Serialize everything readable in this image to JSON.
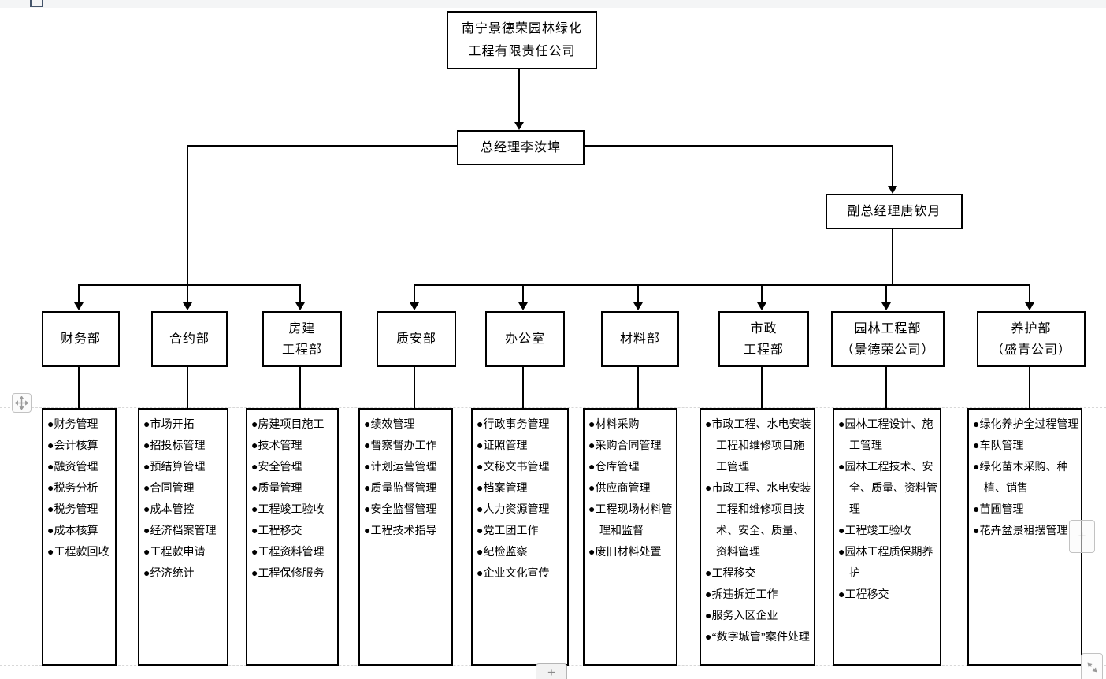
{
  "chart": {
    "type": "org-chart",
    "bullet": "●",
    "root": "南宁景德荣园林绿化\n工程有限责任公司",
    "general_manager": "总经理李汝埠",
    "deputy_general_manager": "副总经理唐钦月",
    "departments": [
      {
        "name": "财务部",
        "reports_to": "总经理李汝埠",
        "duties": [
          "财务管理",
          "会计核算",
          "融资管理",
          "税务分析",
          "税务管理",
          "成本核算",
          "工程款回收"
        ]
      },
      {
        "name": "合约部",
        "reports_to": "总经理李汝埠",
        "duties": [
          "市场开拓",
          "招投标管理",
          "预结算管理",
          "合同管理",
          "成本管控",
          "经济档案管理",
          "工程款申请",
          "经济统计"
        ]
      },
      {
        "name": "房建\n工程部",
        "reports_to": "总经理李汝埠",
        "duties": [
          "房建项目施工",
          "技术管理",
          "安全管理",
          "质量管理",
          "工程竣工验收",
          "工程移交",
          "工程资料管理",
          "工程保修服务"
        ]
      },
      {
        "name": "质安部",
        "reports_to": "副总经理唐钦月",
        "duties": [
          "绩效管理",
          "督察督办工作",
          "计划运营管理",
          "质量监督管理",
          "安全监督管理",
          "工程技术指导"
        ]
      },
      {
        "name": "办公室",
        "reports_to": "副总经理唐钦月",
        "duties": [
          "行政事务管理",
          "证照管理",
          "文秘文书管理",
          "档案管理",
          "人力资源管理",
          "党工团工作",
          "纪检监察",
          "企业文化宣传"
        ]
      },
      {
        "name": "材料部",
        "reports_to": "副总经理唐钦月",
        "duties": [
          "材料采购",
          "采购合同管理",
          "仓库管理",
          "供应商管理",
          "工程现场材料管理和监督",
          "废旧材料处置"
        ]
      },
      {
        "name": "市政\n工程部",
        "reports_to": "副总经理唐钦月",
        "duties": [
          "市政工程、水电安装工程和维修项目施工管理",
          "市政工程、水电安装工程和维修项目技术、安全、质量、资料管理",
          "工程移交",
          "拆违拆迁工作",
          "服务入区企业",
          "“数字城管”案件处理"
        ]
      },
      {
        "name": "园林工程部\n（景德荣公司）",
        "reports_to": "副总经理唐钦月",
        "duties": [
          "园林工程设计、施工管理",
          "园林工程技术、安全、质量、资料管理",
          "工程竣工验收",
          "园林工程质保期养护",
          "工程移交"
        ]
      },
      {
        "name": "养护部\n（盛青公司）",
        "reports_to": "副总经理唐钦月",
        "duties": [
          "绿化养护全过程管理",
          "车队管理",
          "绿化苗木采购、种植、销售",
          "苗圃管理",
          "花卉盆景租摆管理"
        ]
      }
    ],
    "colors": {
      "line": "#000000",
      "box_bg": "#ffffff",
      "page_strip": "#f4f5f6",
      "dash": "#d8d8d8"
    }
  },
  "ui": {
    "move_handle_icon": "move-cross-icon",
    "anchor_icon": "anchor-square-icon",
    "bottom_plus_label": "+",
    "side_plus_label": "+",
    "resize_icon": "resize-diagonal-icon"
  }
}
